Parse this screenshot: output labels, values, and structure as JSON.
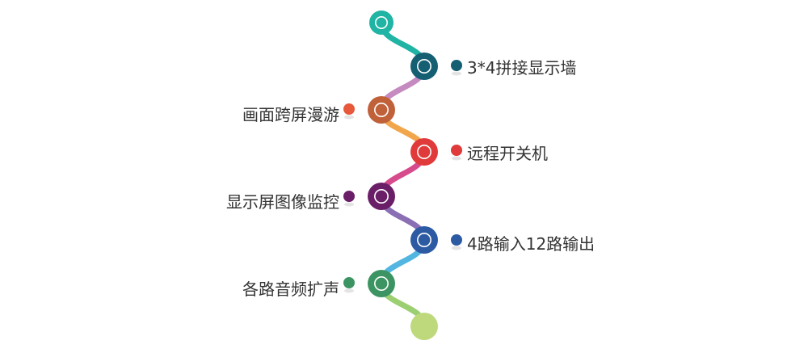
{
  "colors": {
    "teal": "#1fb4a4",
    "petrol": "#155f72",
    "orange_brown": "#c0613a",
    "red": "#e03a3a",
    "purple": "#6a1e67",
    "blue": "#2c5aa3",
    "green": "#3d9463",
    "lime": "#bed97c",
    "connector_pink": "#c58abf",
    "connector_orange": "#f2a64c",
    "connector_magenta": "#d64b8c",
    "connector_violet": "#8a6fb5",
    "connector_sky": "#52b6e0"
  },
  "features": [
    {
      "label": "3*4拼接显示墙",
      "side": "right",
      "color": "#155f72"
    },
    {
      "label": "画面跨屏漫游",
      "side": "left",
      "color": "#e8583a"
    },
    {
      "label": "远程开关机",
      "side": "right",
      "color": "#e03a3a"
    },
    {
      "label": "显示屏图像监控",
      "side": "left",
      "color": "#6a1e67"
    },
    {
      "label": "4路输入12路输出",
      "side": "right",
      "color": "#2c5aa3"
    },
    {
      "label": "各路音频扩声",
      "side": "left",
      "color": "#3d9463"
    }
  ]
}
